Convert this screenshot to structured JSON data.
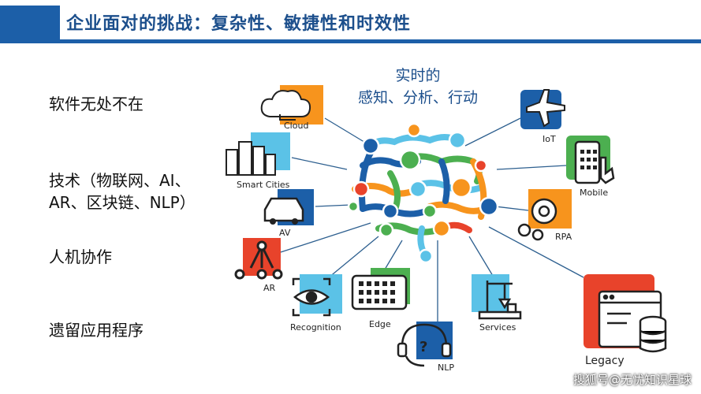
{
  "header": {
    "title": "企业面对的挑战：复杂性、敏捷性和时效性",
    "accent_color": "#1c5fa8"
  },
  "left_items": [
    {
      "lines": [
        "软件无处不在"
      ]
    },
    {
      "lines": [
        "技术（物联网、AI、",
        "AR、区块链、NLP）"
      ]
    },
    {
      "lines": [
        "人机协作"
      ]
    },
    {
      "lines": [
        "遗留应用程序"
      ]
    }
  ],
  "center": {
    "caption_line1": "实时的",
    "caption_line2": "感知、分析、行动"
  },
  "icons": [
    {
      "label": "Cloud",
      "icon": "cloud-icon",
      "color": "#f7941d"
    },
    {
      "label": "Smart Cities",
      "icon": "city-icon",
      "color": "#5bc2e7"
    },
    {
      "label": "AV",
      "icon": "car-icon",
      "color": "#1c5fa8"
    },
    {
      "label": "AR",
      "icon": "network-icon",
      "color": "#e8432b"
    },
    {
      "label": "Recognition",
      "icon": "eye-icon",
      "color": "#5bc2e7"
    },
    {
      "label": "Edge",
      "icon": "chip-icon",
      "color": "#4caf50"
    },
    {
      "label": "NLP",
      "icon": "headset-icon",
      "color": "#1c5fa8"
    },
    {
      "label": "Services",
      "icon": "robot-arm-icon",
      "color": "#5bc2e7"
    },
    {
      "label": "Legacy",
      "icon": "database-icon",
      "color": "#e8432b"
    },
    {
      "label": "RPA",
      "icon": "gear-icon",
      "color": "#f7941d"
    },
    {
      "label": "Mobile",
      "icon": "mobile-icon",
      "color": "#4caf50"
    },
    {
      "label": "IoT",
      "icon": "airplane-icon",
      "color": "#1c5fa8"
    }
  ],
  "watermark": "搜狐号@无忧知识星球"
}
